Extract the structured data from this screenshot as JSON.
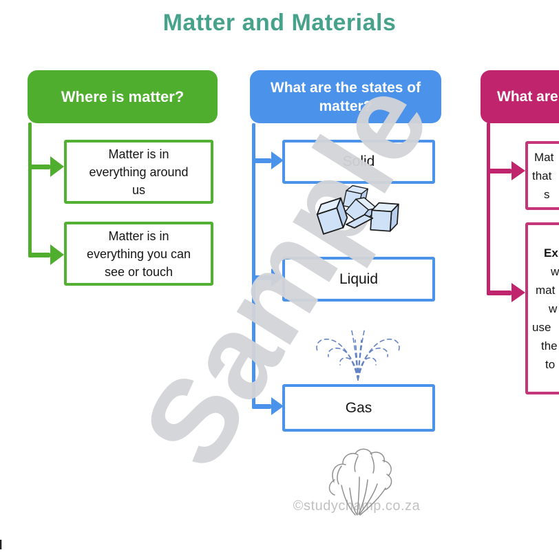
{
  "page": {
    "title": "Matter and Materials"
  },
  "watermarks": {
    "sample": "Sample",
    "copyright": "©studychamp.co.za",
    "edge_fragment": "d"
  },
  "columns": {
    "left": {
      "header": "Where is matter?",
      "box1": {
        "lines": [
          "Matter is in",
          "everything around",
          "us"
        ]
      },
      "box2": {
        "lines": [
          "Matter is in",
          "everything you can",
          "see or touch"
        ]
      }
    },
    "middle": {
      "header": {
        "lines": [
          "What are the states of",
          "matter?"
        ]
      },
      "box1": "Solid",
      "box2": "Liquid",
      "box3": "Gas",
      "icons": {
        "solid": "ice-cubes",
        "liquid": "water-splash",
        "gas": "smoke-cloud"
      }
    },
    "right": {
      "header": "What are",
      "box1": {
        "lines": [
          "Mat",
          "that",
          "s"
        ]
      },
      "box2": {
        "lines": [
          "Ex",
          "w",
          "mat",
          "w",
          "use",
          "the",
          "to"
        ]
      }
    }
  },
  "colors": {
    "green": "#4fae2e",
    "blue": "#4a92ea",
    "magenta": "#c0246d",
    "title_teal": "#47a28b",
    "watermark_gray": "#d4d5d8",
    "text_black": "#151515"
  }
}
